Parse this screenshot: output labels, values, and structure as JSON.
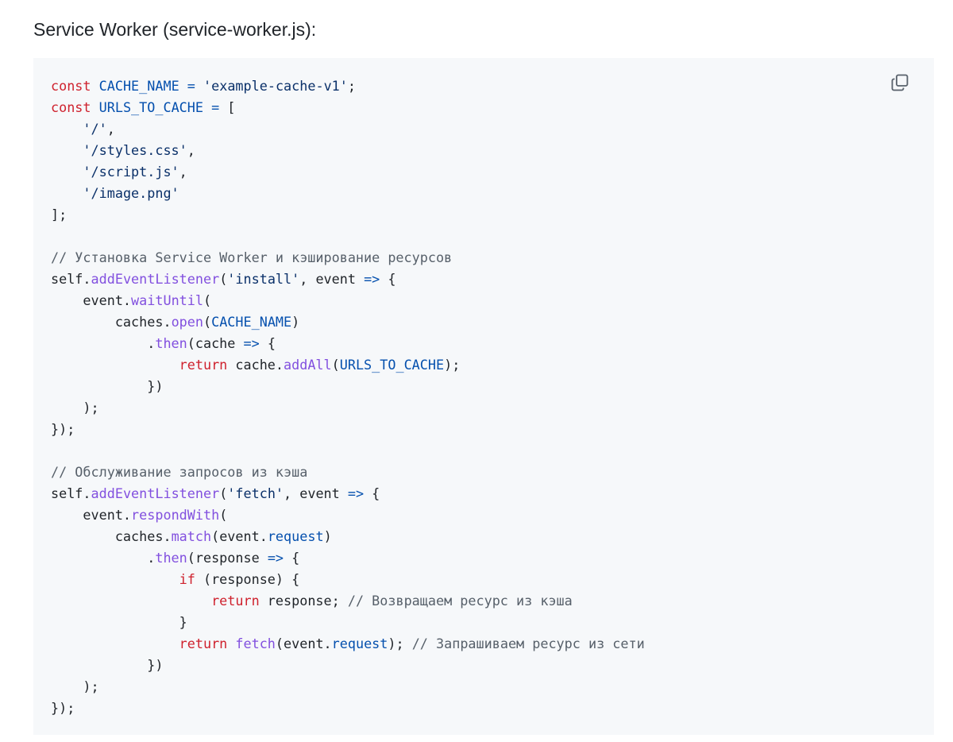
{
  "heading": "Service Worker (service-worker.js):",
  "copy_icon": "copy-icon",
  "colors": {
    "background": "#ffffff",
    "code_background": "#f6f8fa",
    "keyword": "#cf222e",
    "constant": "#0550ae",
    "function": "#8250df",
    "string": "#0a3069",
    "comment": "#57606a",
    "text": "#1f2328"
  },
  "code": {
    "language": "javascript",
    "lines": [
      [
        [
          "kw",
          "const"
        ],
        [
          "p",
          " "
        ],
        [
          "const",
          "CACHE_NAME"
        ],
        [
          "p",
          " "
        ],
        [
          "op",
          "="
        ],
        [
          "p",
          " "
        ],
        [
          "str",
          "'example-cache-v1'"
        ],
        [
          "p",
          ";"
        ]
      ],
      [
        [
          "kw",
          "const"
        ],
        [
          "p",
          " "
        ],
        [
          "const",
          "URLS_TO_CACHE"
        ],
        [
          "p",
          " "
        ],
        [
          "op",
          "="
        ],
        [
          "p",
          " ["
        ]
      ],
      [
        [
          "p",
          "    "
        ],
        [
          "str",
          "'/'"
        ],
        [
          "p",
          ","
        ]
      ],
      [
        [
          "p",
          "    "
        ],
        [
          "str",
          "'/styles.css'"
        ],
        [
          "p",
          ","
        ]
      ],
      [
        [
          "p",
          "    "
        ],
        [
          "str",
          "'/script.js'"
        ],
        [
          "p",
          ","
        ]
      ],
      [
        [
          "p",
          "    "
        ],
        [
          "str",
          "'/image.png'"
        ]
      ],
      [
        [
          "p",
          "];"
        ]
      ],
      [
        [
          "p",
          ""
        ]
      ],
      [
        [
          "cmt",
          "// Установка Service Worker и кэширование ресурсов"
        ]
      ],
      [
        [
          "p",
          "self."
        ],
        [
          "fn",
          "addEventListener"
        ],
        [
          "p",
          "("
        ],
        [
          "str",
          "'install'"
        ],
        [
          "p",
          ", event "
        ],
        [
          "op",
          "=>"
        ],
        [
          "p",
          " {"
        ]
      ],
      [
        [
          "p",
          "    event."
        ],
        [
          "fn",
          "waitUntil"
        ],
        [
          "p",
          "("
        ]
      ],
      [
        [
          "p",
          "        caches."
        ],
        [
          "fn",
          "open"
        ],
        [
          "p",
          "("
        ],
        [
          "const",
          "CACHE_NAME"
        ],
        [
          "p",
          ")"
        ]
      ],
      [
        [
          "p",
          "            ."
        ],
        [
          "fn",
          "then"
        ],
        [
          "p",
          "(cache "
        ],
        [
          "op",
          "=>"
        ],
        [
          "p",
          " {"
        ]
      ],
      [
        [
          "p",
          "                "
        ],
        [
          "kw",
          "return"
        ],
        [
          "p",
          " cache."
        ],
        [
          "fn",
          "addAll"
        ],
        [
          "p",
          "("
        ],
        [
          "const",
          "URLS_TO_CACHE"
        ],
        [
          "p",
          ");"
        ]
      ],
      [
        [
          "p",
          "            })"
        ]
      ],
      [
        [
          "p",
          "    );"
        ]
      ],
      [
        [
          "p",
          "});"
        ]
      ],
      [
        [
          "p",
          ""
        ]
      ],
      [
        [
          "cmt",
          "// Обслуживание запросов из кэша"
        ]
      ],
      [
        [
          "p",
          "self."
        ],
        [
          "fn",
          "addEventListener"
        ],
        [
          "p",
          "("
        ],
        [
          "str",
          "'fetch'"
        ],
        [
          "p",
          ", event "
        ],
        [
          "op",
          "=>"
        ],
        [
          "p",
          " {"
        ]
      ],
      [
        [
          "p",
          "    event."
        ],
        [
          "fn",
          "respondWith"
        ],
        [
          "p",
          "("
        ]
      ],
      [
        [
          "p",
          "        caches."
        ],
        [
          "fn",
          "match"
        ],
        [
          "p",
          "(event."
        ],
        [
          "prop",
          "request"
        ],
        [
          "p",
          ")"
        ]
      ],
      [
        [
          "p",
          "            ."
        ],
        [
          "fn",
          "then"
        ],
        [
          "p",
          "(response "
        ],
        [
          "op",
          "=>"
        ],
        [
          "p",
          " {"
        ]
      ],
      [
        [
          "p",
          "                "
        ],
        [
          "kw",
          "if"
        ],
        [
          "p",
          " (response) {"
        ]
      ],
      [
        [
          "p",
          "                    "
        ],
        [
          "kw",
          "return"
        ],
        [
          "p",
          " response; "
        ],
        [
          "cmt",
          "// Возвращаем ресурс из кэша"
        ]
      ],
      [
        [
          "p",
          "                }"
        ]
      ],
      [
        [
          "p",
          "                "
        ],
        [
          "kw",
          "return"
        ],
        [
          "p",
          " "
        ],
        [
          "fn",
          "fetch"
        ],
        [
          "p",
          "(event."
        ],
        [
          "prop",
          "request"
        ],
        [
          "p",
          "); "
        ],
        [
          "cmt",
          "// Запрашиваем ресурс из сети"
        ]
      ],
      [
        [
          "p",
          "            })"
        ]
      ],
      [
        [
          "p",
          "    );"
        ]
      ],
      [
        [
          "p",
          "});"
        ]
      ]
    ]
  }
}
